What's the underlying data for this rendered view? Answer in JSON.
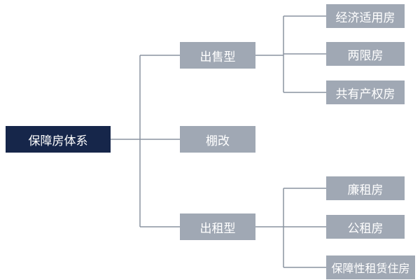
{
  "colors": {
    "root_fill": "#16264a",
    "node_fill": "#a0a8b4",
    "connector": "#8a94a0",
    "text": "#ffffff"
  },
  "root": {
    "label": "保障房体系"
  },
  "categories": [
    {
      "label": "出售型",
      "children": [
        "经济适用房",
        "两限房",
        "共有产权房"
      ]
    },
    {
      "label": "棚改",
      "children": []
    },
    {
      "label": "出租型",
      "children": [
        "廉租房",
        "公租房",
        "保障性租赁住房"
      ]
    }
  ]
}
